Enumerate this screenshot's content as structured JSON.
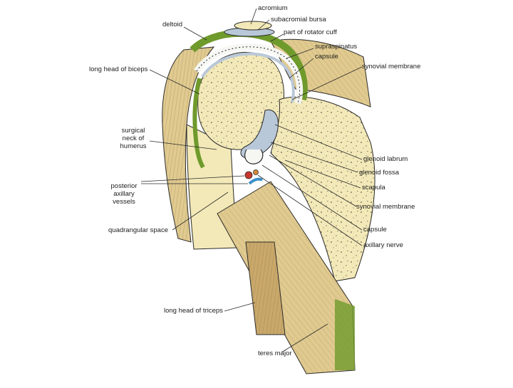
{
  "diagram": {
    "labels": {
      "acromium": "acromium",
      "subacromial_bursa": "subacromial bursa",
      "rotator_cuff": "part of rotator cuff",
      "deltoid": "deltoid",
      "supraspinatus": "supraspinatus",
      "capsule_top": "capsule",
      "synovial_membrane_top": "synovial membrane",
      "long_head_biceps": "long head of biceps",
      "surgical_neck": "surgical\nneck of\nhumerus",
      "glenoid_labrum": "glenoid labrum",
      "glenoid_fossa": "glenoid fossa",
      "posterior_vessels": "posterior\naxillary\nvessels",
      "scapula": "scapula",
      "synovial_membrane_bottom": "synovial membrane",
      "quadrangular_space": "quadrangular space",
      "capsule_bottom": "capsule",
      "axillary_nerve": "axillary nerve",
      "long_head_triceps": "long head of triceps",
      "teres_major": "teres major"
    },
    "colors": {
      "bone": "#f3e9b8",
      "muscle": "#e0ca8f",
      "muscle_shade": "#c9a86a",
      "tendon_green": "#6f9a2c",
      "capsule_white": "#f6f6f3",
      "synovial_blue": "#b9c8d8",
      "artery": "#c8372d",
      "vein": "#3b8fc7",
      "outline": "#2a2a2a"
    }
  }
}
